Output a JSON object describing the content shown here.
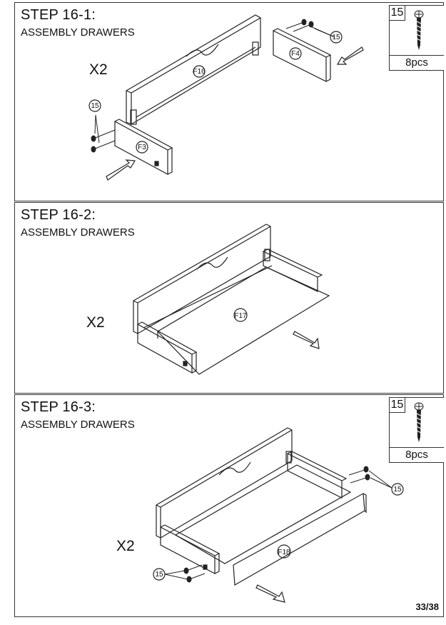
{
  "steps": [
    {
      "title": "STEP 16-1:",
      "subtitle": "ASSEMBLY DRAWERS",
      "multiplier": "X2",
      "parts": {
        "back": "F16",
        "side_left": "F3",
        "side_right": "F4"
      },
      "hardware_callout": "15"
    },
    {
      "title": "STEP 16-2:",
      "subtitle": "ASSEMBLY DRAWERS",
      "multiplier": "X2",
      "parts": {
        "bottom": "F17"
      }
    },
    {
      "title": "STEP 16-3:",
      "subtitle": "ASSEMBLY DRAWERS",
      "multiplier": "X2",
      "parts": {
        "front": "F18"
      },
      "hardware_callout": "15"
    }
  ],
  "hardware": {
    "id": "15",
    "quantity": "8pcs",
    "icon": "screw-icon"
  },
  "page": {
    "number": "33/38"
  }
}
